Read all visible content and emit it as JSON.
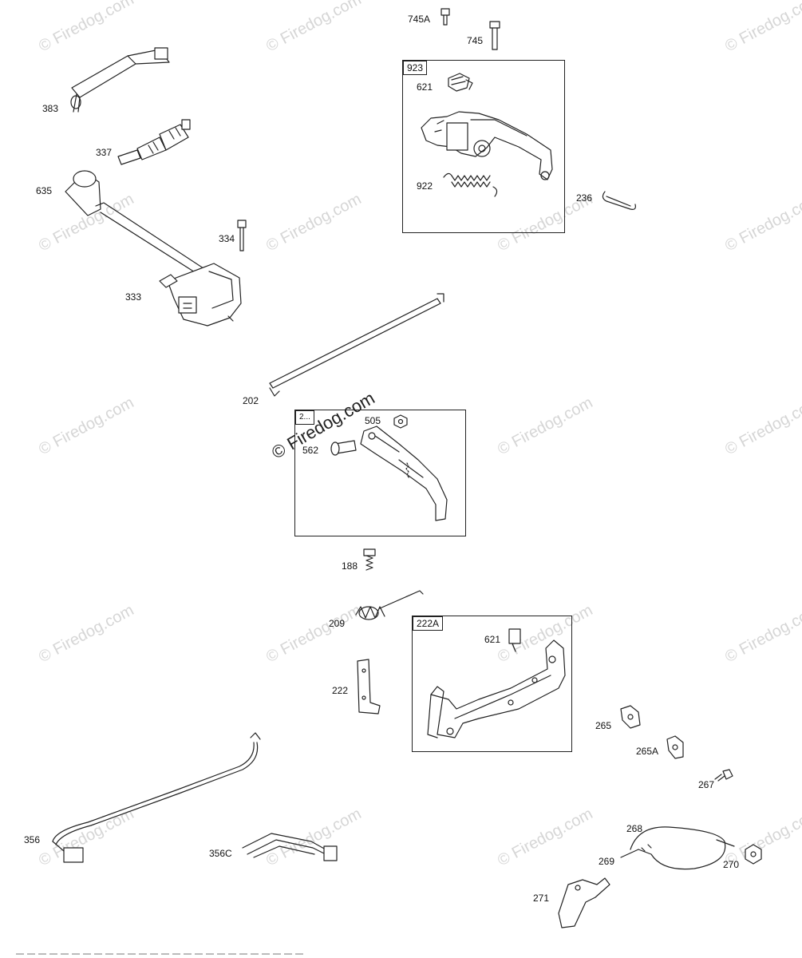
{
  "watermark": "© Firedog.com",
  "boxes": {
    "b923": "923",
    "b222a": "222A",
    "b2xx": "2..."
  },
  "parts": {
    "p745a": "745A",
    "p745": "745",
    "p621a": "621",
    "p922": "922",
    "p236": "236",
    "p383": "383",
    "p337": "337",
    "p635": "635",
    "p334": "334",
    "p333": "333",
    "p202": "202",
    "p505": "505",
    "p562": "562",
    "p188": "188",
    "p209": "209",
    "p621b": "621",
    "p222": "222",
    "p265": "265",
    "p265a": "265A",
    "p267": "267",
    "p356": "356",
    "p356c": "356C",
    "p268": "268",
    "p269": "269",
    "p270": "270",
    "p271": "271"
  }
}
